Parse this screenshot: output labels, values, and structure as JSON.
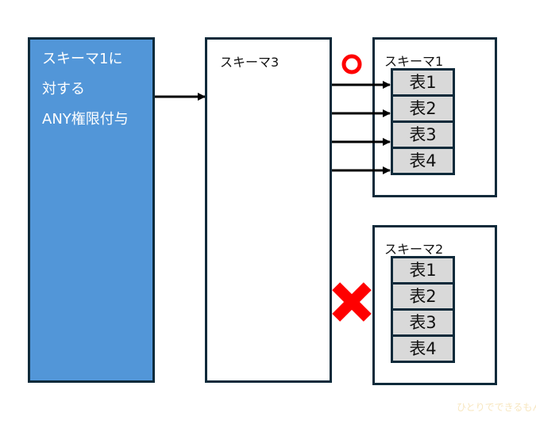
{
  "grant": {
    "lines": [
      "スキーマ1に",
      "対する",
      "ANY権限付与"
    ]
  },
  "schema3": {
    "title": "スキーマ3"
  },
  "schema1": {
    "title": "スキーマ1",
    "tables": [
      "表1",
      "表2",
      "表3",
      "表4"
    ],
    "status_icon": "circle-ok-icon"
  },
  "schema2": {
    "title": "スキーマ2",
    "tables": [
      "表1",
      "表2",
      "表3",
      "表4"
    ],
    "status_icon": "cross-ng-icon"
  },
  "colors": {
    "grant_fill": "#5296d8",
    "border": "#0e2a3a",
    "table_fill": "#d9d9d9",
    "status_red": "#ff0000"
  },
  "watermark": "ひとりでできるもん"
}
